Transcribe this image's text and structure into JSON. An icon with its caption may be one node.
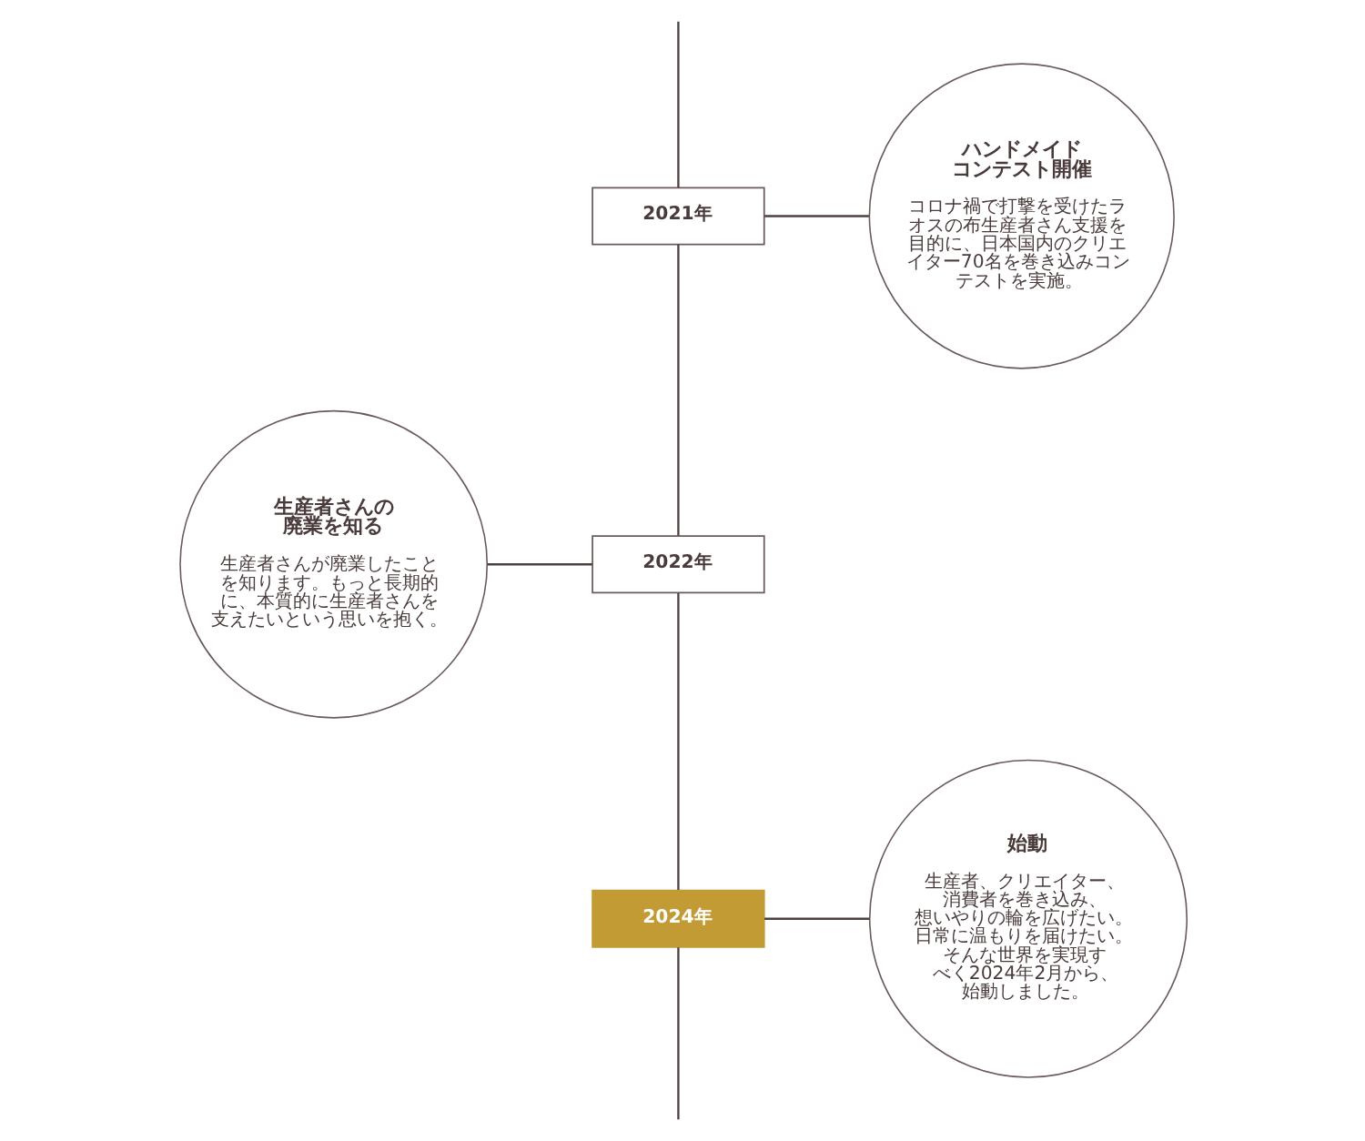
{
  "diagram": {
    "nodes": [
      {
        "text": [
          "ハンドメイドコンテスト開催",
          "コロナ禍で打撃を受けたラオスの布生産者さん支援を目的に、日本国内のクリエイター70名を巻き込みコンテストを実施。"
        ]
      },
      {
        "text": [
          "2021年"
        ]
      },
      {
        "text": [
          "生産者さんの廃業を知る",
          "生産者さんが廃業したことを知ります。もっと長期的に、本質的に生産者さんを支えたいという思いを抱く。"
        ]
      },
      {
        "text": [
          "2022年"
        ]
      },
      {
        "text": [
          "始動",
          "生産者、クリエイター、消費者を巻き込み、想いやりの輪を広げたい。日常に温もりを届けたい。そんな世界を実現すべく2024年2月から、始動しました。"
        ]
      },
      {
        "text": [
          "2024年"
        ]
      }
    ],
    "edges": [
      {
        "from": null,
        "to": 1,
        "arrow": "none"
      },
      {
        "from": 1,
        "to": 0,
        "arrow": "none"
      },
      {
        "from": 1,
        "to": 3,
        "arrow": "none"
      },
      {
        "from": 2,
        "to": 3,
        "arrow": "none"
      },
      {
        "from": 3,
        "to": 5,
        "arrow": "none"
      },
      {
        "from": 5,
        "to": 4,
        "arrow": "none"
      },
      {
        "from": 5,
        "to": null,
        "arrow": "none"
      }
    ]
  }
}
